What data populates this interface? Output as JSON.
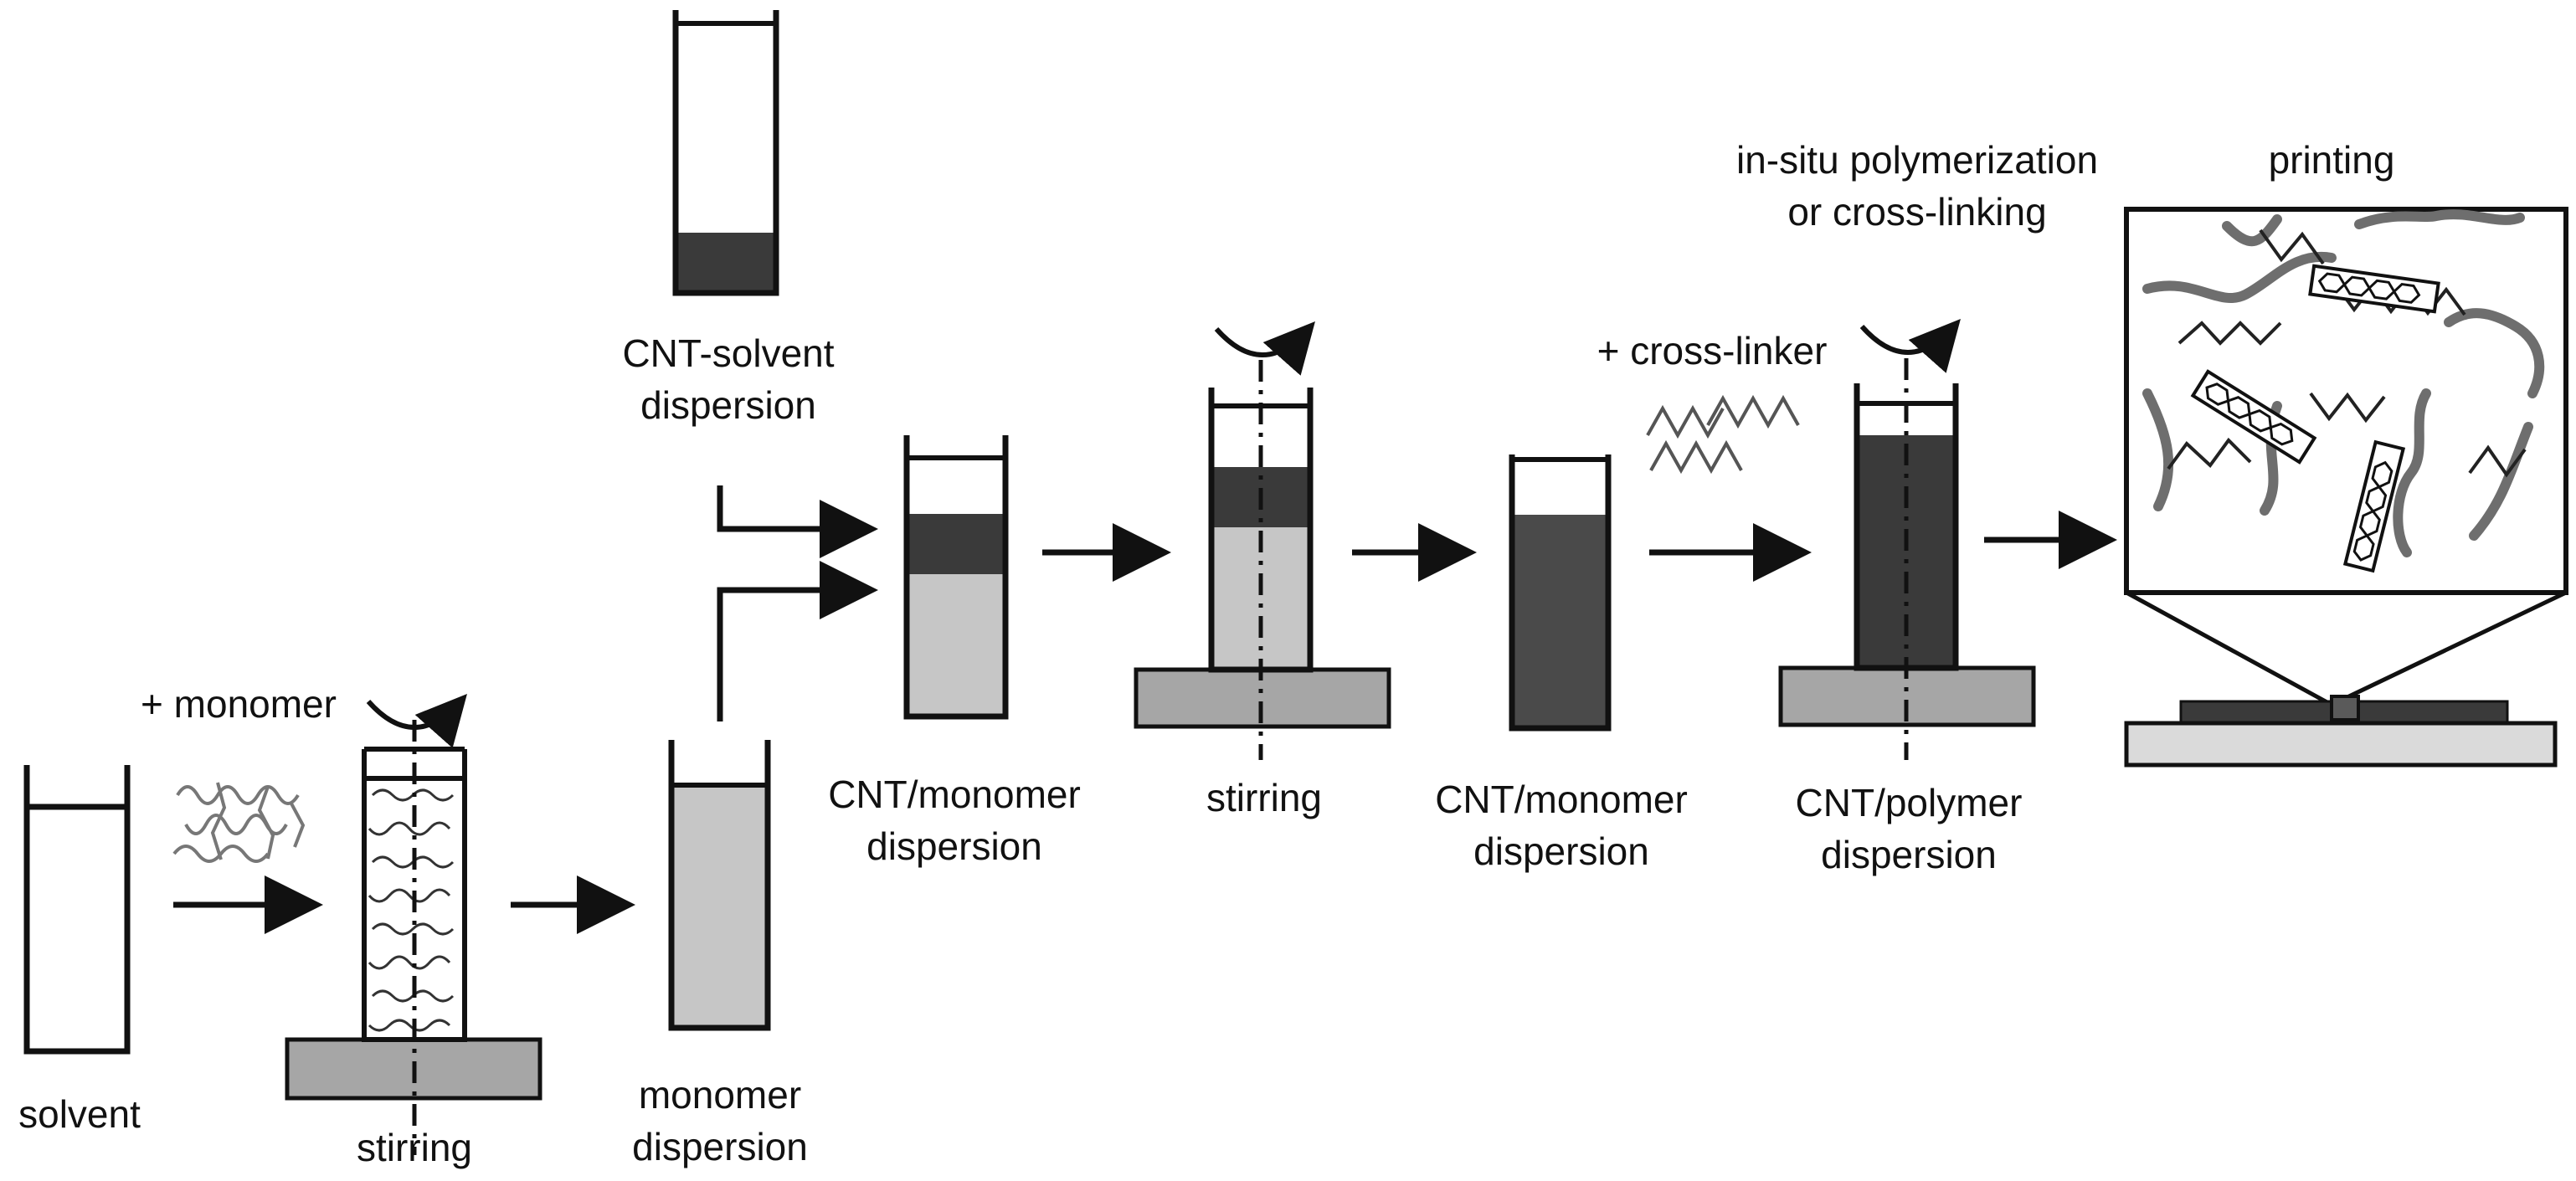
{
  "labels": {
    "solvent": "solvent",
    "plus_monomer": "+ monomer",
    "stirring_1": "stirring",
    "monomer_dispersion": "monomer\ndispersion",
    "cnt_solvent_dispersion": "CNT-solvent\ndispersion",
    "cnt_monomer_dispersion_1": "CNT/monomer\ndispersion",
    "stirring_2": "stirring",
    "cnt_monomer_dispersion_2": "CNT/monomer\ndispersion",
    "plus_cross_linker": "+ cross-linker",
    "in_situ": "in-situ polymerization\nor cross-linking",
    "cnt_polymer_dispersion": "CNT/polymer\ndispersion",
    "printing": "printing"
  },
  "colors": {
    "stroke": "#111111",
    "light_fill": "#c6c6c6",
    "plate_fill": "#a6a6a6",
    "dark_fill": "#3a3a3a",
    "darker_fill": "#4a4a4a",
    "polymer_gray": "#6e6e6e",
    "substrate_fill": "#dadada"
  }
}
